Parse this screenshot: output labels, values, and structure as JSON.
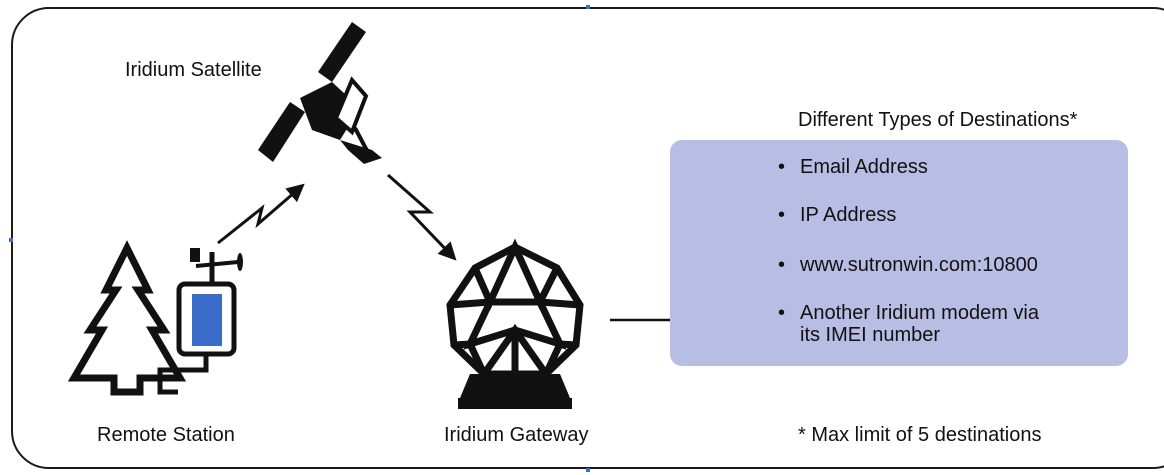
{
  "labels": {
    "satellite": "Iridium Satellite",
    "remote_station": "Remote Station",
    "gateway": "Iridium Gateway"
  },
  "destinations": {
    "heading": "Different Types of Destinations*",
    "items": [
      {
        "line1": "Email Address",
        "line2": ""
      },
      {
        "line1": "IP Address",
        "line2": ""
      },
      {
        "line1": "www.sutronwin.com:10800",
        "line2": ""
      },
      {
        "line1": "Another Iridium modem via",
        "line2": "its IMEI number"
      }
    ],
    "footnote": "* Max limit of 5 destinations"
  },
  "colors": {
    "box_fill": "#b7bde3",
    "station_screen": "#3b6cc9",
    "ink": "#111111"
  },
  "icons": [
    "satellite-icon",
    "tree-icon",
    "weather-station-icon",
    "geodesic-dome-icon",
    "lightning-arrow-icon"
  ]
}
